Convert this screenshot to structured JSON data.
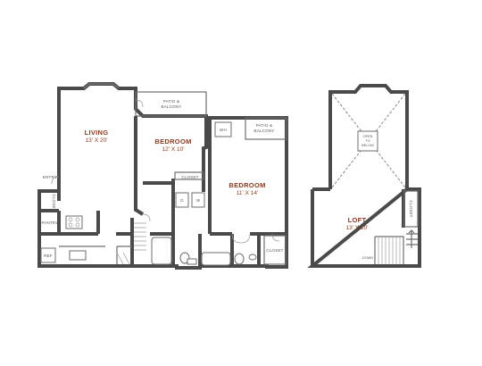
{
  "rooms": {
    "living": {
      "name": "LIVING",
      "dims": "13' X 20'"
    },
    "bedroom1": {
      "name": "BEDROOM",
      "dims": "12' X 10'"
    },
    "bedroom2": {
      "name": "BEDROOM",
      "dims": "11' X 14'"
    },
    "loft": {
      "name": "LOFT",
      "dims": "13' X 10'"
    }
  },
  "labels": {
    "patio1_line1": "PATIO &",
    "patio1_line2": "BALCONY",
    "patio2_line1": "PATIO &",
    "patio2_line2": "BALCONY",
    "closet_bed1": "CLOSET",
    "closet_bed2": "CLOSET",
    "closet_entry": "CLOSET",
    "closet_loft": "CLOSET",
    "pantry": "PANTRY",
    "entry": "ENTRY",
    "ref": "REF",
    "wh": "WH",
    "open1": "OPEN",
    "open2": "TO",
    "open3": "BELOW",
    "washer": "W",
    "dryer": "D",
    "down": "DOWN"
  },
  "colors": {
    "accent": "#8b3a1f",
    "wall": "#4a4a4a"
  }
}
